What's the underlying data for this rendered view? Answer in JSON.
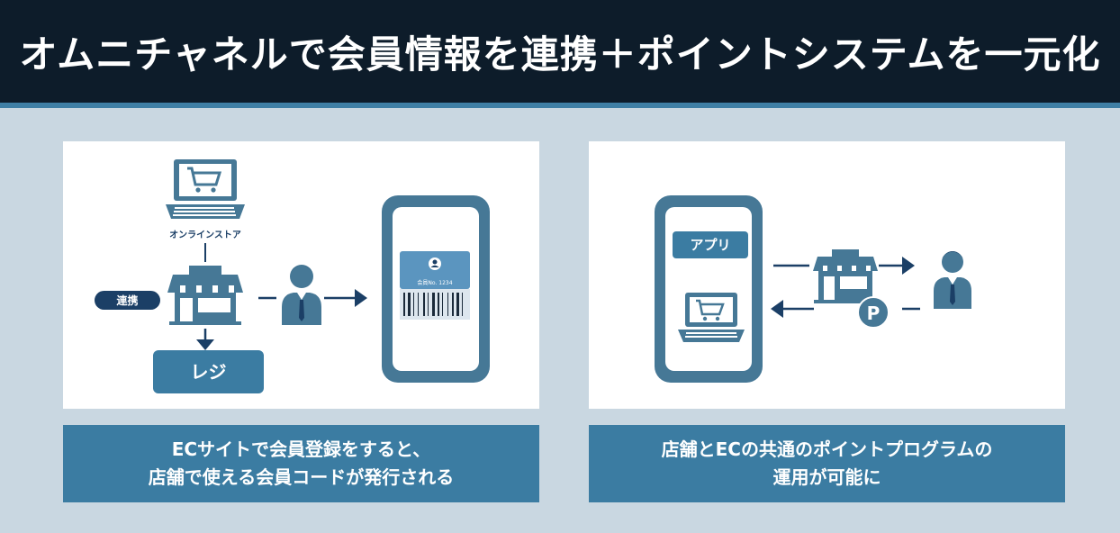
{
  "header": {
    "title": "オムニチャネルで会員情報を連携＋ポイントシステムを一元化"
  },
  "left_panel": {
    "online_store_label": "オンラインストア",
    "link_badge": "連携",
    "register_label": "レジ",
    "member_card_text": "会員No. 1234",
    "caption_line1": "ECサイトで会員登録をすると、",
    "caption_line2": "店舗で使える会員コードが発行される"
  },
  "right_panel": {
    "app_label": "アプリ",
    "point_symbol": "P",
    "caption_line1": "店舗とECの共通のポイントプログラムの",
    "caption_line2": "運用が可能に"
  },
  "colors": {
    "dark_navy": "#0d1c2a",
    "accent_blue": "#3b7ca2",
    "steel_blue": "#467896",
    "deep_blue": "#1b3f66",
    "background": "#c9d7e1"
  }
}
